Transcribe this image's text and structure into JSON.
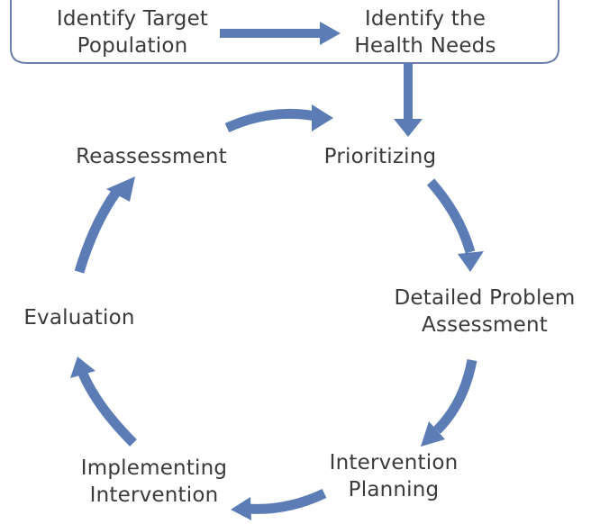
{
  "colors": {
    "arrow": "#5b7cb5",
    "box_border": "#6d7fa8",
    "text": "#3a3a3a",
    "background": "#ffffff"
  },
  "top": {
    "target_population": [
      "Identify Target",
      "Population"
    ],
    "health_needs": [
      "Identify the",
      "Health Needs"
    ]
  },
  "cycle": {
    "prioritizing": [
      "Prioritizing"
    ],
    "detailed_problem_assessment": [
      "Detailed Problem",
      "Assessment"
    ],
    "intervention_planning": [
      "Intervention",
      "Planning"
    ],
    "implementing_intervention": [
      "Implementing",
      "Intervention"
    ],
    "evaluation": [
      "Evaluation"
    ],
    "reassessment": [
      "Reassessment"
    ]
  }
}
